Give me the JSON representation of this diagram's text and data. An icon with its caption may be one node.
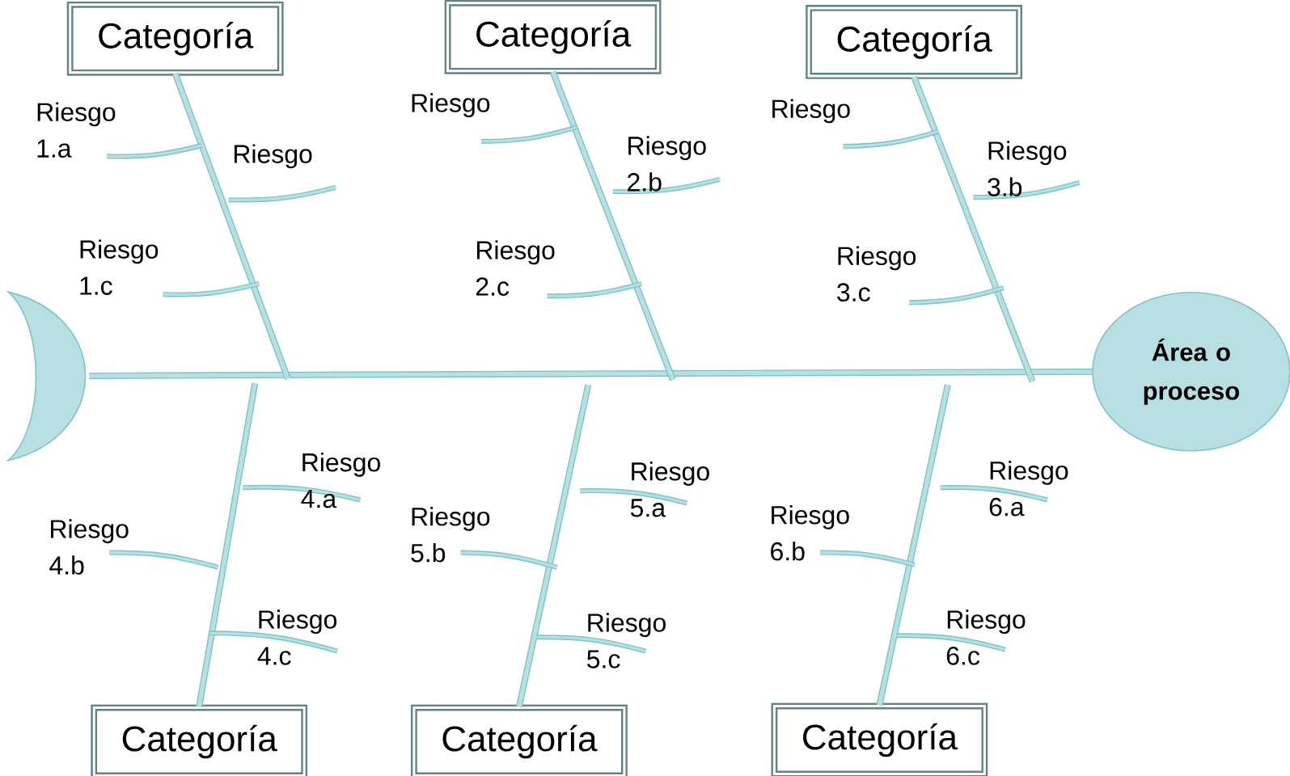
{
  "diagram": {
    "nodes": [
      {
        "text": [
          "Categoría"
        ]
      },
      {
        "text": [
          "Categoría"
        ]
      },
      {
        "text": [
          "Categoría"
        ]
      },
      {
        "text": [],
        "shape": "crescent"
      },
      {
        "text": [
          "Área o proceso"
        ]
      },
      {
        "text": [
          "Categoría"
        ]
      },
      {
        "text": [
          "Categoría"
        ]
      },
      {
        "text": [
          "Categoría"
        ]
      }
    ],
    "edges": [
      {
        "from": 3,
        "to": 4,
        "arrow": "none"
      },
      {
        "from": 0,
        "to": null,
        "arrow": "none"
      },
      {
        "from": 1,
        "to": null,
        "arrow": "none"
      },
      {
        "from": 2,
        "to": null,
        "arrow": "none"
      },
      {
        "from": 5,
        "to": null,
        "arrow": "none"
      },
      {
        "from": 6,
        "to": null,
        "arrow": "none"
      },
      {
        "from": 7,
        "to": null,
        "arrow": "none"
      }
    ],
    "labels": [
      "Riesgo 1.a",
      "Riesgo",
      "Riesgo 1.c",
      "Riesgo",
      "Riesgo 2.b",
      "Riesgo 2.c",
      "Riesgo",
      "Riesgo 3.b",
      "Riesgo 3.c",
      "Riesgo 4.a",
      "Riesgo 4.b",
      "Riesgo 4.c",
      "Riesgo 5.a",
      "Riesgo 5.b",
      "Riesgo 5.c",
      "Riesgo 6.a",
      "Riesgo 6.b",
      "Riesgo 6.c"
    ]
  }
}
